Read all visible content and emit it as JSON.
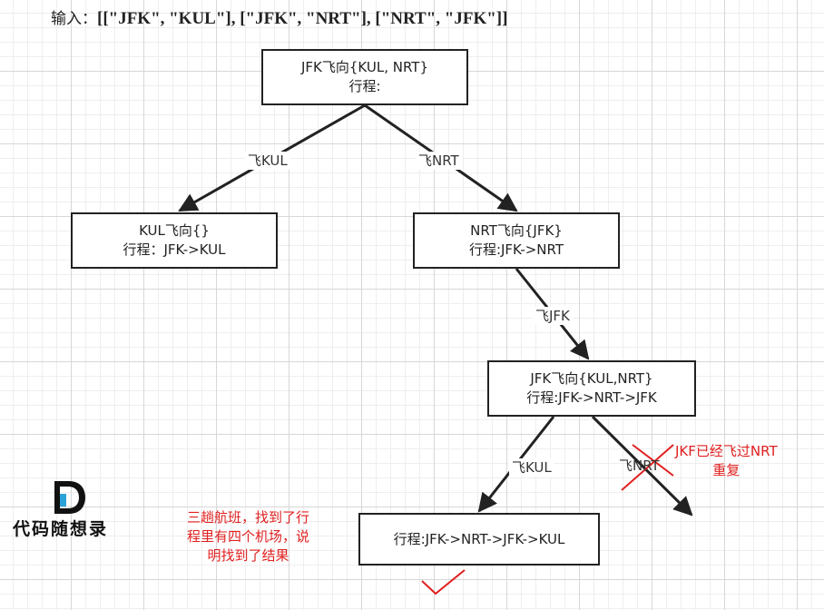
{
  "input": {
    "label": "输入：",
    "value": "[[\"JFK\", \"KUL\"], [\"JFK\", \"NRT\"], [\"NRT\", \"JFK\"]]"
  },
  "nodes": {
    "root": {
      "line1": "JFK飞向{KUL, NRT}",
      "line2": "行程:"
    },
    "kul": {
      "line1": "KUL飞向{}",
      "line2": "行程：JFK->KUL"
    },
    "nrt": {
      "line1": "NRT飞向{JFK}",
      "line2": "行程:JFK->NRT"
    },
    "jfk": {
      "line1": "JFK飞向{KUL,NRT}",
      "line2": "行程:JFK->NRT->JFK"
    },
    "final": {
      "line1": "行程:JFK->NRT->JFK->KUL"
    }
  },
  "edges": {
    "root_to_kul": "飞KUL",
    "root_to_nrt": "飞NRT",
    "nrt_to_jfk": "飞JFK",
    "jfk_to_kul": "飞KUL",
    "jfk_to_nrt": "飞NRT"
  },
  "notes": {
    "duplicate": {
      "line1": "JKF已经飞过NRT",
      "line2": "重复"
    },
    "found": {
      "line1": "三趟航班，找到了行",
      "line2": "程里有四个机场，说",
      "line3": "明找到了结果"
    }
  },
  "logo": {
    "text": "代码随想录"
  },
  "colors": {
    "accent": "#e02020",
    "stroke": "#222222",
    "logo_blue": "#2aa3d6"
  }
}
